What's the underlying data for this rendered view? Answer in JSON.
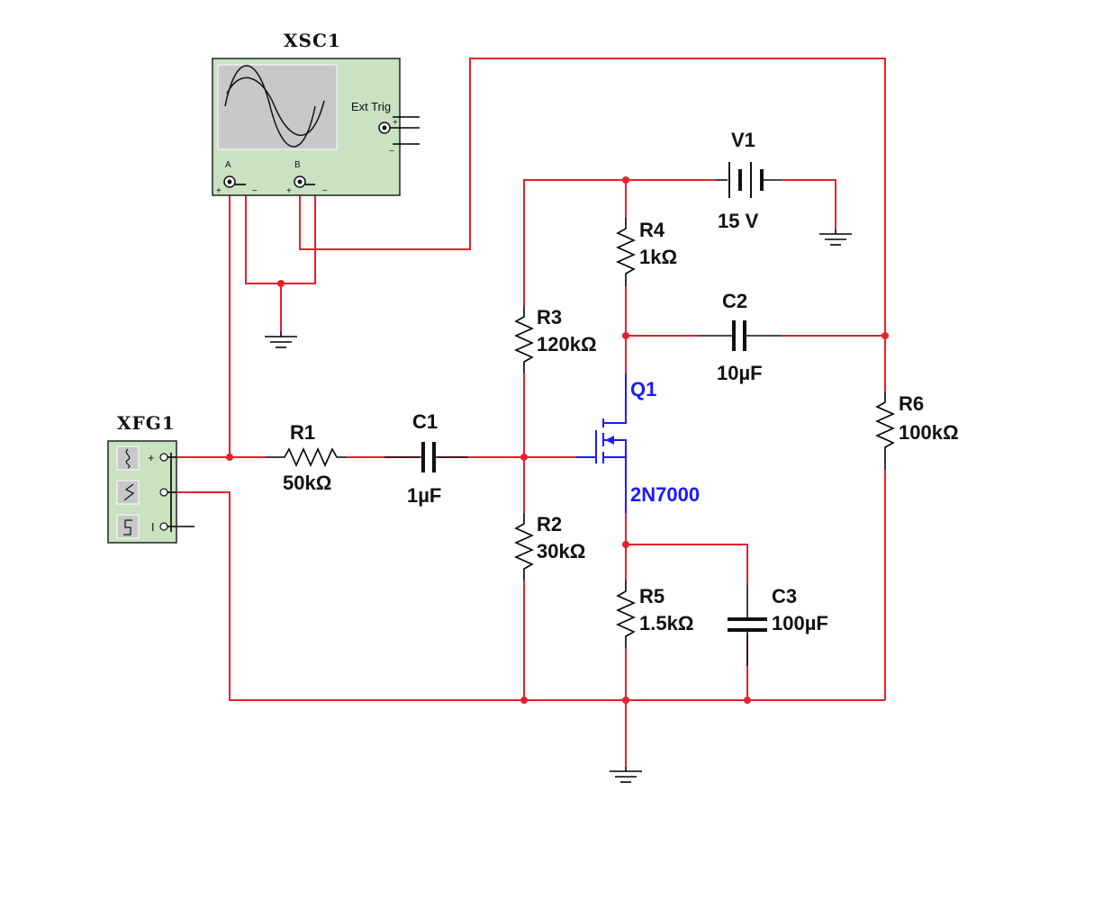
{
  "instruments": {
    "oscilloscope": {
      "name": "XSC1",
      "ext_trig": "Ext Trig",
      "channel_a": "A",
      "channel_b": "B",
      "plus": "+",
      "minus": "−"
    },
    "function_generator": {
      "name": "XFG1",
      "plus": "+",
      "com": "I"
    }
  },
  "components": {
    "V1": {
      "ref": "V1",
      "value": "15 V"
    },
    "R1": {
      "ref": "R1",
      "value": "50kΩ"
    },
    "R2": {
      "ref": "R2",
      "value": "30kΩ"
    },
    "R3": {
      "ref": "R3",
      "value": "120kΩ"
    },
    "R4": {
      "ref": "R4",
      "value": "1kΩ"
    },
    "R5": {
      "ref": "R5",
      "value": "1.5kΩ"
    },
    "R6": {
      "ref": "R6",
      "value": "100kΩ"
    },
    "C1": {
      "ref": "C1",
      "value": "1µF"
    },
    "C2": {
      "ref": "C2",
      "value": "10µF"
    },
    "C3": {
      "ref": "C3",
      "value": "100µF"
    },
    "Q1": {
      "ref": "Q1",
      "value": "2N7000"
    }
  },
  "colors": {
    "wire": "#e8202a",
    "transistor": "#1a1aff",
    "instrument_body": "#c9e2c2",
    "scope_screen": "#c8c8c8"
  }
}
